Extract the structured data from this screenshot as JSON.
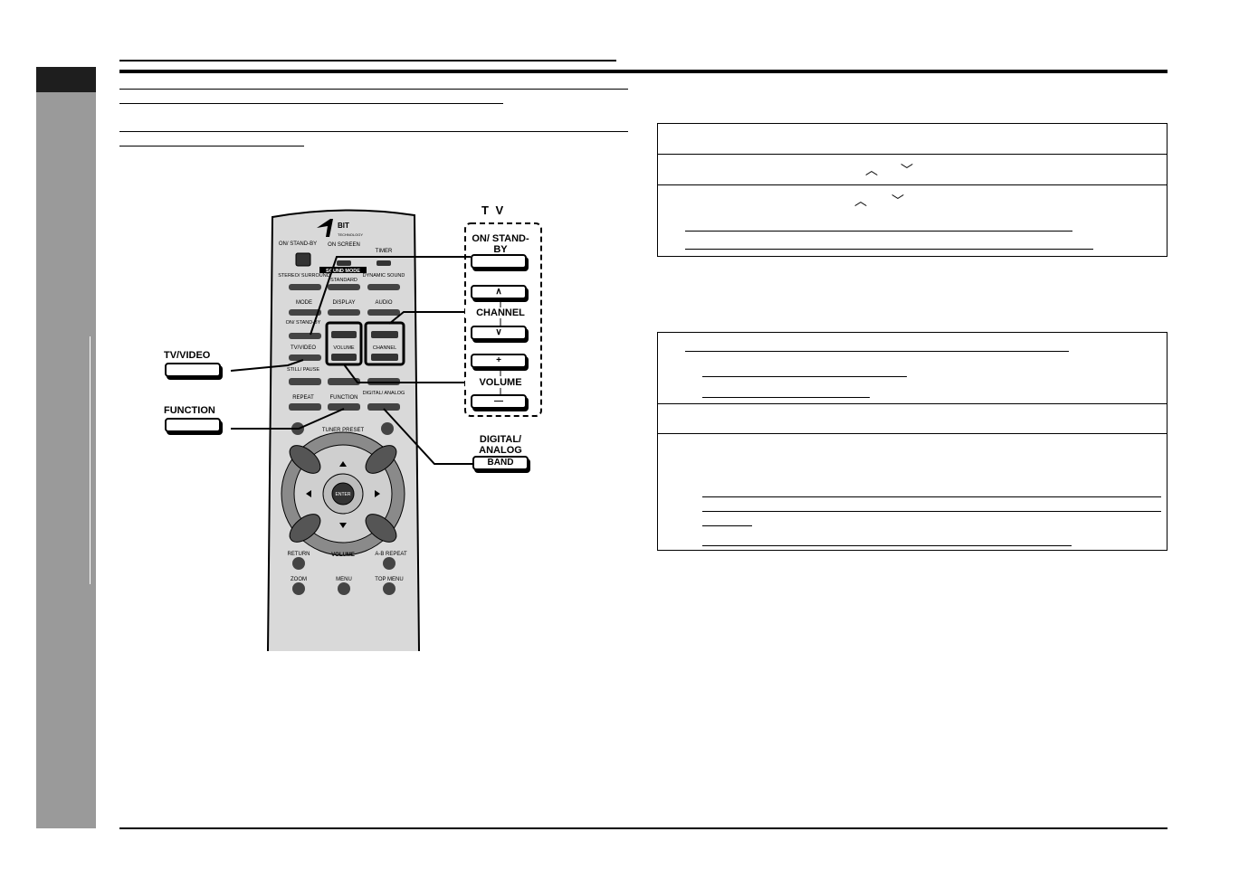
{
  "remote": {
    "logo_text": "BIT",
    "logo_sub": "TECHNOLOGY",
    "sound_mode": "SOUND MODE",
    "keys": {
      "on_standby": "ON/ STAND-BY",
      "on_screen": "ON SCREEN",
      "timer": "TIMER",
      "stereo_surround": "STEREO/ SURROUND",
      "standard": "STANDARD",
      "dynamic_sound": "DYNAMIC SOUND",
      "mode": "MODE",
      "display": "DISPLAY",
      "audio": "AUDIO",
      "tv_on_standby": "ON/ STAND-BY",
      "tv_video": "TV/VIDEO",
      "volume": "VOLUME",
      "channel": "CHANNEL",
      "still_pause": "STILL/ PAUSE",
      "repeat": "REPEAT",
      "function": "FUNCTION",
      "digital_analog": "DIGITAL/ ANALOG",
      "tuner_preset": "TUNER PRESET",
      "enter": "ENTER",
      "volume_ring": "VOLUME",
      "return": "RETURN",
      "ab_repeat": "A-B REPEAT",
      "zoom": "ZOOM",
      "menu": "MENU",
      "top_menu": "TOP MENU"
    }
  },
  "tv_panel": {
    "title": "T V",
    "on_standby": "ON/ STAND-BY",
    "channel": "CHANNEL",
    "volume": "VOLUME",
    "digital_analog": "DIGITAL/ ANALOG",
    "band": "BAND",
    "plus": "+",
    "minus": "—"
  },
  "side_buttons": {
    "tv_video": "TV/VIDEO",
    "function": "FUNCTION"
  },
  "table1": {
    "up_symbol": "︿",
    "down_symbol": "﹀"
  }
}
